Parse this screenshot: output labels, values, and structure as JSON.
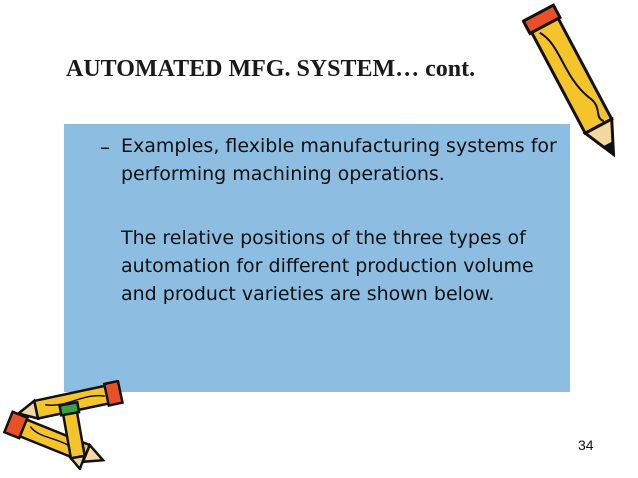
{
  "slide": {
    "title": "AUTOMATED MFG. SYSTEM… cont.",
    "bullet_marker": "–",
    "paragraph_1": "Examples, flexible manufacturing systems for performing machining operations.",
    "paragraph_2": "The relative positions of the three types of automation for different production volume and product varieties are shown below.",
    "page_number": "34"
  },
  "colors": {
    "content_box": "#8dbde0",
    "pencil_body": "#f5c42a",
    "pencil_tip": "#e8502a"
  },
  "icons": [
    "pencil-icon",
    "pencils-icon"
  ]
}
